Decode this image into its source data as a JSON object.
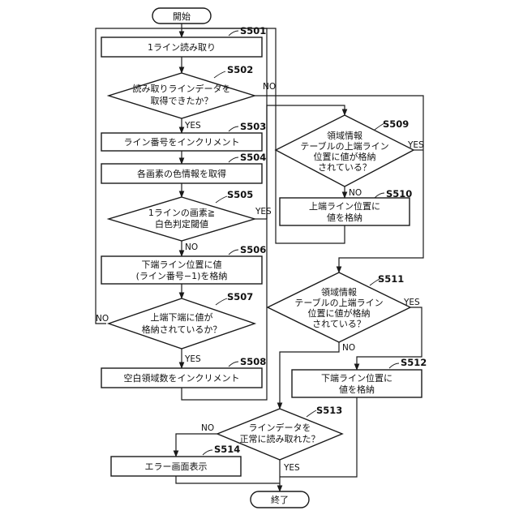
{
  "start": {
    "label": "開始"
  },
  "end": {
    "label": "終了"
  },
  "steps": {
    "s501": {
      "id": "S501",
      "lines": [
        "1ライン読み取り"
      ]
    },
    "s502": {
      "id": "S502",
      "lines": [
        "読み取りラインデータを",
        "取得できたか？"
      ]
    },
    "s503": {
      "id": "S503",
      "lines": [
        "ライン番号をインクリメント"
      ]
    },
    "s504": {
      "id": "S504",
      "lines": [
        "各画素の色情報を取得"
      ]
    },
    "s505": {
      "id": "S505",
      "lines": [
        "1ラインの画素≧",
        "白色判定閾値"
      ]
    },
    "s506": {
      "id": "S506",
      "lines": [
        "下端ライン位置に値",
        "(ライン番号−1)を格納"
      ]
    },
    "s507": {
      "id": "S507",
      "lines": [
        "上端下端に値が",
        "格納されているか？"
      ]
    },
    "s508": {
      "id": "S508",
      "lines": [
        "空白領域数をインクリメント"
      ]
    },
    "s509": {
      "id": "S509",
      "lines": [
        "領域情報",
        "テーブルの上端ライン",
        "位置に値が格納",
        "されている？"
      ]
    },
    "s510": {
      "id": "S510",
      "lines": [
        "上端ライン位置に",
        "値を格納"
      ]
    },
    "s511": {
      "id": "S511",
      "lines": [
        "領域情報",
        "テーブルの上端ライン",
        "位置に値が格納",
        "されている？"
      ]
    },
    "s512": {
      "id": "S512",
      "lines": [
        "下端ライン位置に",
        "値を格納"
      ]
    },
    "s513": {
      "id": "S513",
      "lines": [
        "ラインデータを",
        "正常に読み取れた？"
      ]
    },
    "s514": {
      "id": "S514",
      "lines": [
        "エラー画面表示"
      ]
    }
  },
  "branch_labels": {
    "s502_yes": "YES",
    "s502_no": "NO",
    "s505_yes": "YES",
    "s505_no": "NO",
    "s507_yes": "YES",
    "s507_no": "NO",
    "s509_yes": "YES",
    "s509_no": "NO",
    "s511_yes": "YES",
    "s511_no": "NO",
    "s513_yes": "YES",
    "s513_no": "NO"
  }
}
